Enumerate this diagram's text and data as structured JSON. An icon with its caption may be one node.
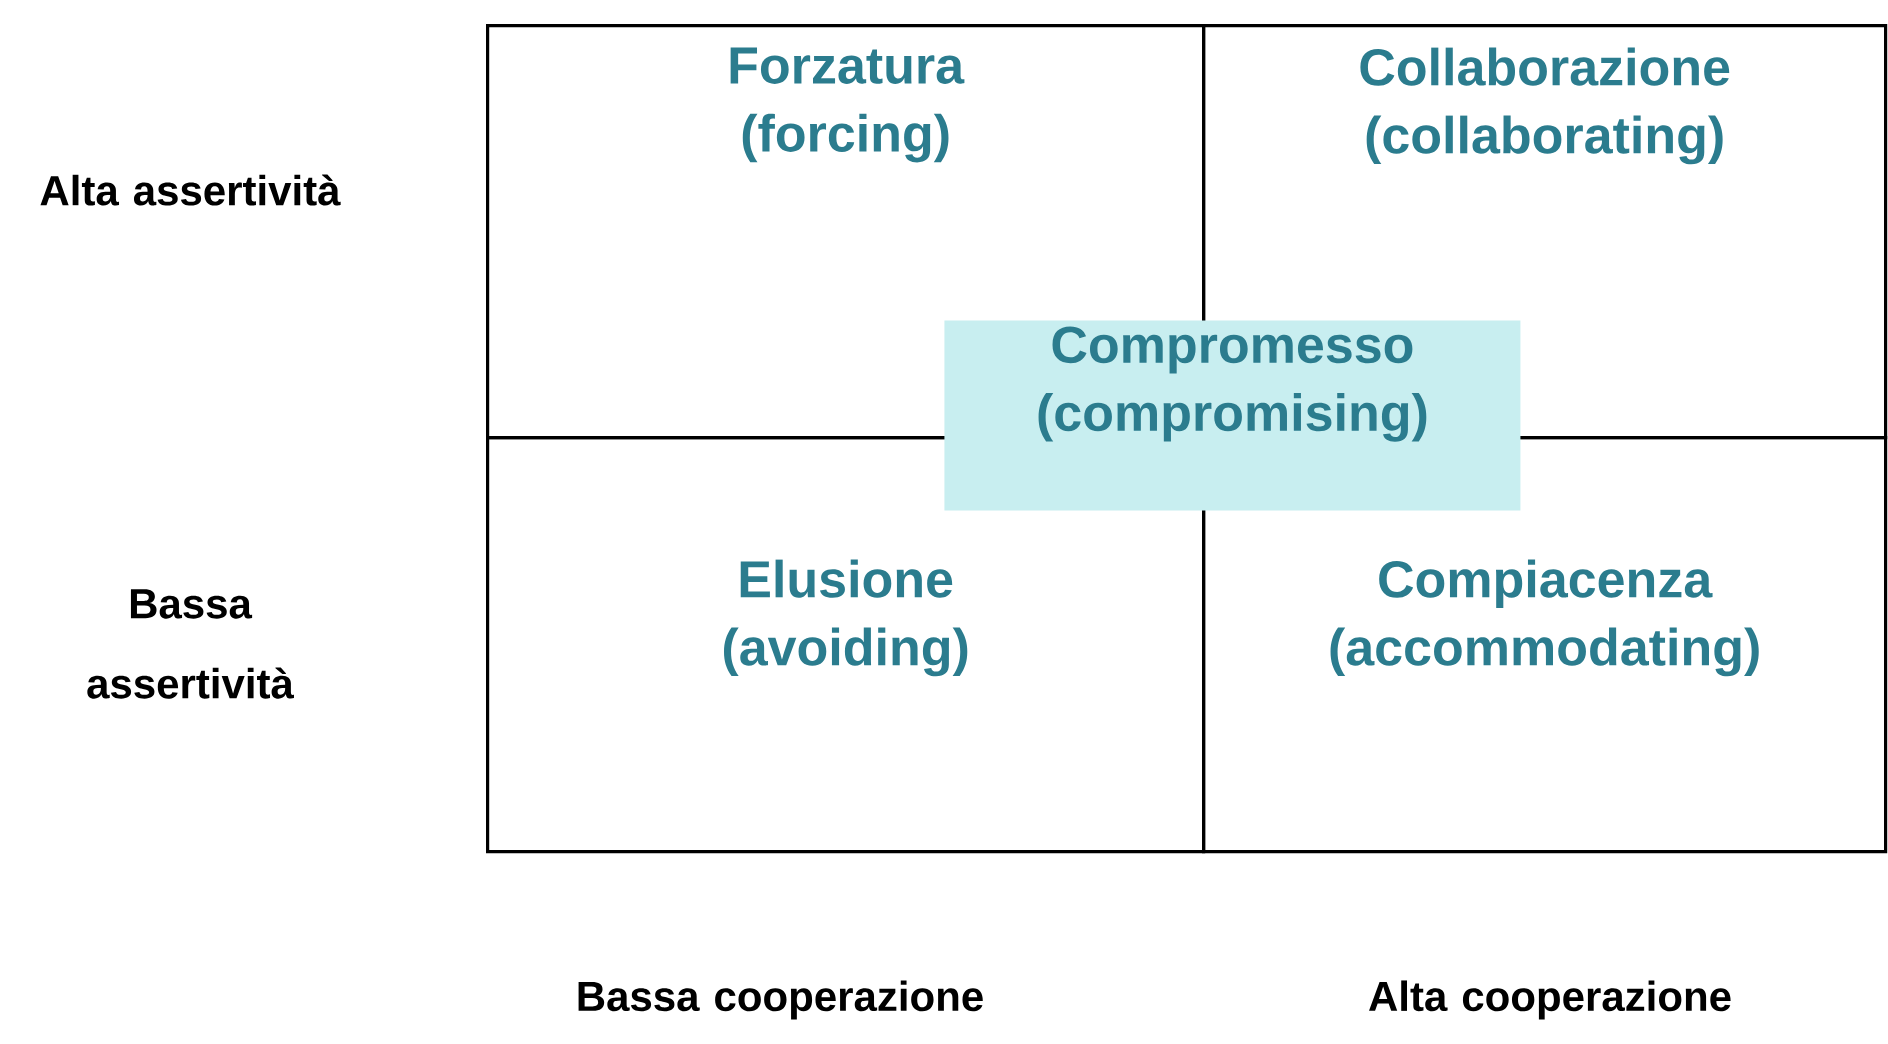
{
  "diagram": {
    "nodes": [
      {
        "text": [
          "Forzatura",
          "(forcing)"
        ]
      },
      {
        "text": [
          "Collaborazione",
          "(collaborating)"
        ]
      },
      {
        "text": [
          "Elusione",
          "(avoiding)"
        ]
      },
      {
        "text": [
          "Compiacenza",
          "(accommodating)"
        ]
      },
      {
        "text": [
          "Compromesso",
          "(compromising)"
        ]
      }
    ],
    "labels": [
      "Alta assertività",
      "Bassa assertività",
      "Bassa cooperazione",
      "Alta cooperazione"
    ]
  }
}
